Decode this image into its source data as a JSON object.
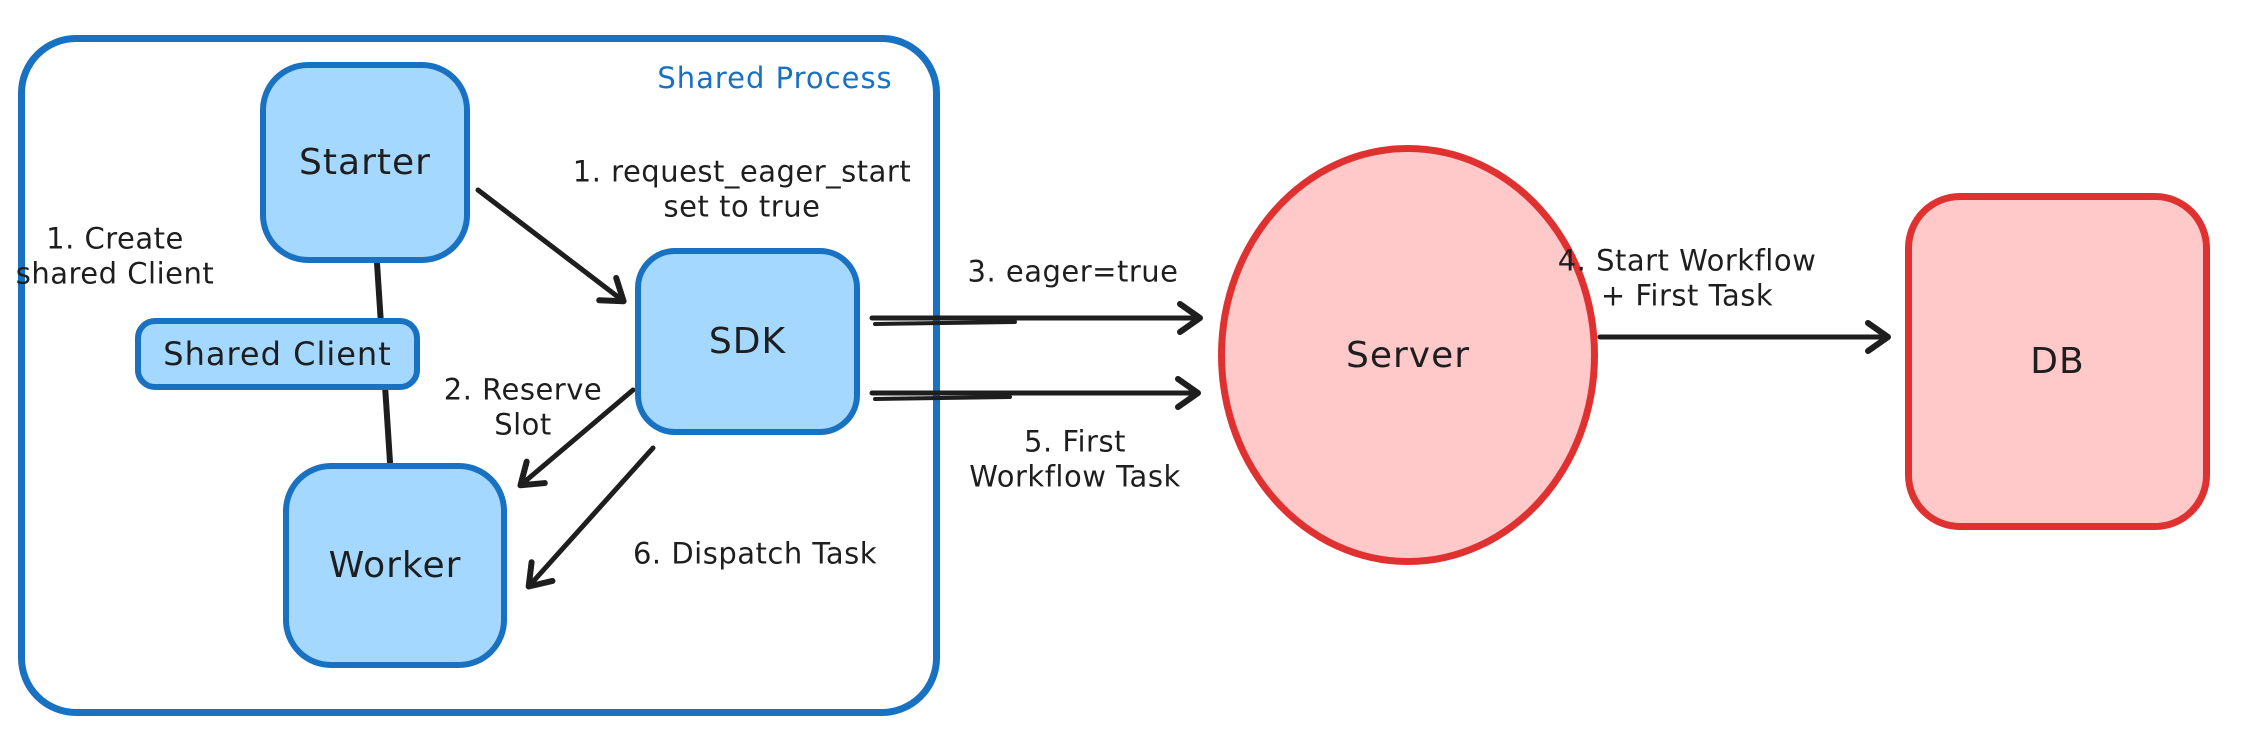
{
  "colors": {
    "ink": "#1e1e1e",
    "blue-stroke": "#1971c2",
    "blue-fill": "#a5d8ff",
    "red-stroke": "#e03131",
    "red-fill": "#ffc9c9",
    "canvas": "#ffffff"
  },
  "container": {
    "label": "Shared Process"
  },
  "nodes": {
    "starter": {
      "label": "Starter"
    },
    "shared_client": {
      "label": "Shared Client"
    },
    "worker": {
      "label": "Worker"
    },
    "sdk": {
      "label": "SDK"
    },
    "server": {
      "label": "Server"
    },
    "db": {
      "label": "DB"
    }
  },
  "annotations": {
    "create_shared_client": {
      "label": "1. Create\nshared Client"
    },
    "request_eager_start": {
      "label": "1. request_eager_start\nset to true"
    },
    "reserve_slot": {
      "label": "2. Reserve\nSlot"
    },
    "eager_true": {
      "label": "3. eager=true"
    },
    "start_workflow": {
      "label": "4. Start Workflow\n+ First Task"
    },
    "first_workflow_task": {
      "label": "5. First\nWorkflow Task"
    },
    "dispatch_task": {
      "label": "6. Dispatch Task"
    }
  }
}
